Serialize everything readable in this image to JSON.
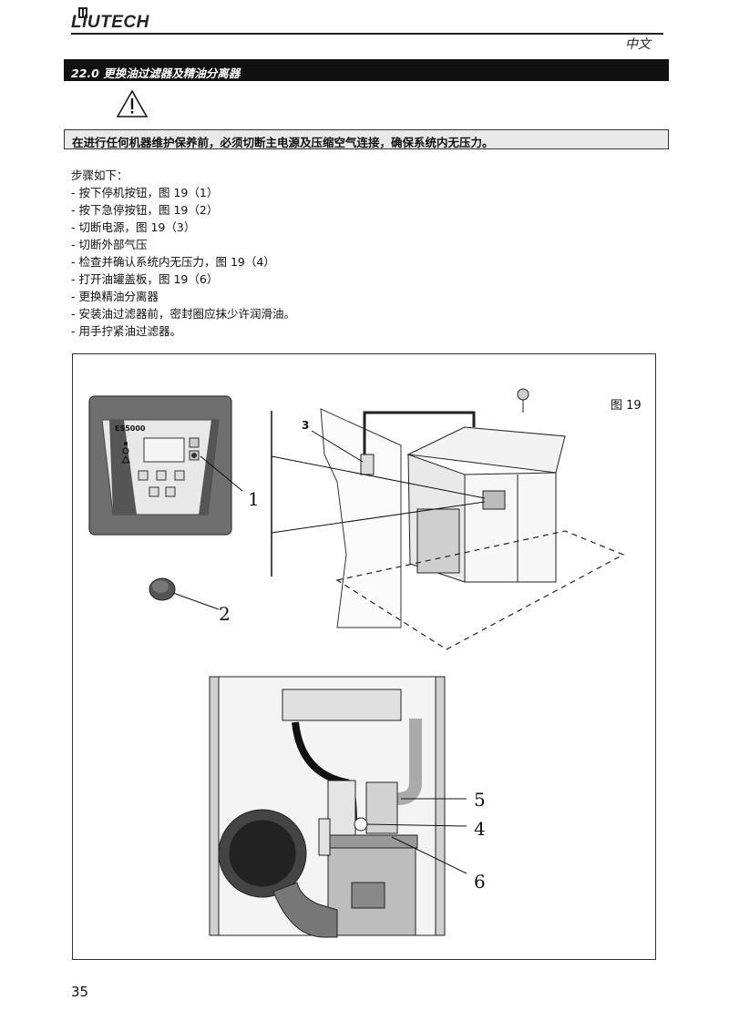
{
  "header": {
    "logo_text": "LiUTECH",
    "language": "中文"
  },
  "section": {
    "title": "22.0 更换油过滤器及精油分离器"
  },
  "warning": {
    "icon": "warning-triangle-icon",
    "text": "在进行任何机器维护保养前，必须切断主电源及压缩空气连接，确保系统内无压力。"
  },
  "steps": {
    "title": "步骤如下：",
    "items": [
      "- 按下停机按钮，图 19（1）",
      "- 按下急停按钮，图 19（2）",
      "- 切断电源，图 19（3）",
      "- 切断外部气压",
      "- 检查并确认系统内无压力，图 19（4）",
      "- 打开油罐盖板，图 19（6）",
      "- 更换精油分离器",
      "- 安装油过滤器前，密封圈应抹少许润滑油。",
      "- 用手拧紧油过滤器。"
    ]
  },
  "figure": {
    "label": "图 19",
    "panel_model": "ES5000",
    "callouts": [
      "1",
      "2",
      "3",
      "4",
      "5",
      "6"
    ]
  },
  "footer": {
    "page_number": "35"
  }
}
